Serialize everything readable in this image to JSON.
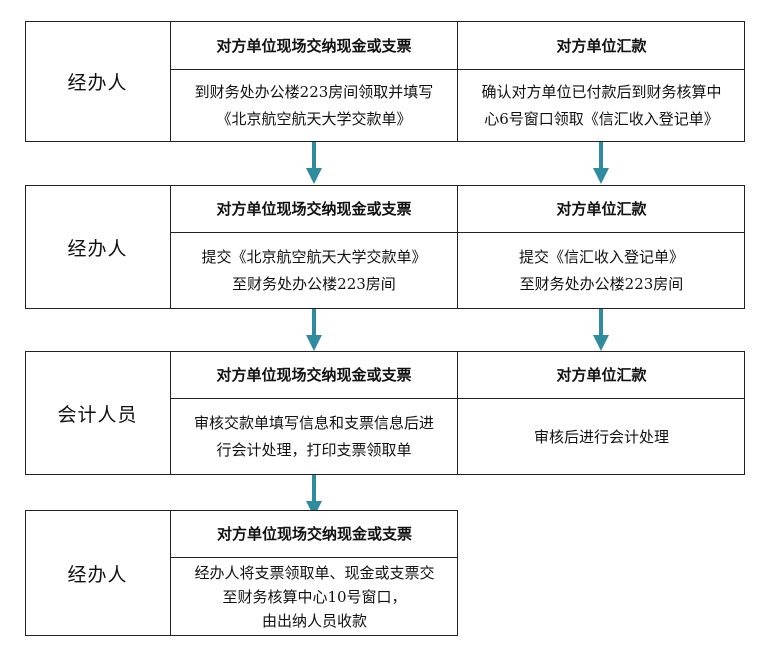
{
  "colors": {
    "arrow": "#2e8c9e",
    "border": "#222222"
  },
  "rows": [
    {
      "role": "经办人",
      "left_header": "对方单位现场交纳现金或支票",
      "left_text": "到财务处办公楼223房间领取并填写\n《北京航空航天大学交款单》",
      "right_header": "对方单位汇款",
      "right_text": "确认对方单位已付款后到财务核算中\n心6号窗口领取《信汇收入登记单》"
    },
    {
      "role": "经办人",
      "left_header": "对方单位现场交纳现金或支票",
      "left_text": "提交《北京航空航天大学交款单》\n至财务处办公楼223房间",
      "right_header": "对方单位汇款",
      "right_text": "提交《信汇收入登记单》\n至财务处办公楼223房间"
    },
    {
      "role": "会计人员",
      "left_header": "对方单位现场交纳现金或支票",
      "left_text": "审核交款单填写信息和支票信息后进\n行会计处理，打印支票领取单",
      "right_header": "对方单位汇款",
      "right_text": "审核后进行会计处理"
    },
    {
      "role": "经办人",
      "left_header": "对方单位现场交纳现金或支票",
      "left_text": "经办人将支票领取单、现金或支票交\n至财务核算中心10号窗口，\n由出纳人员收款"
    }
  ]
}
